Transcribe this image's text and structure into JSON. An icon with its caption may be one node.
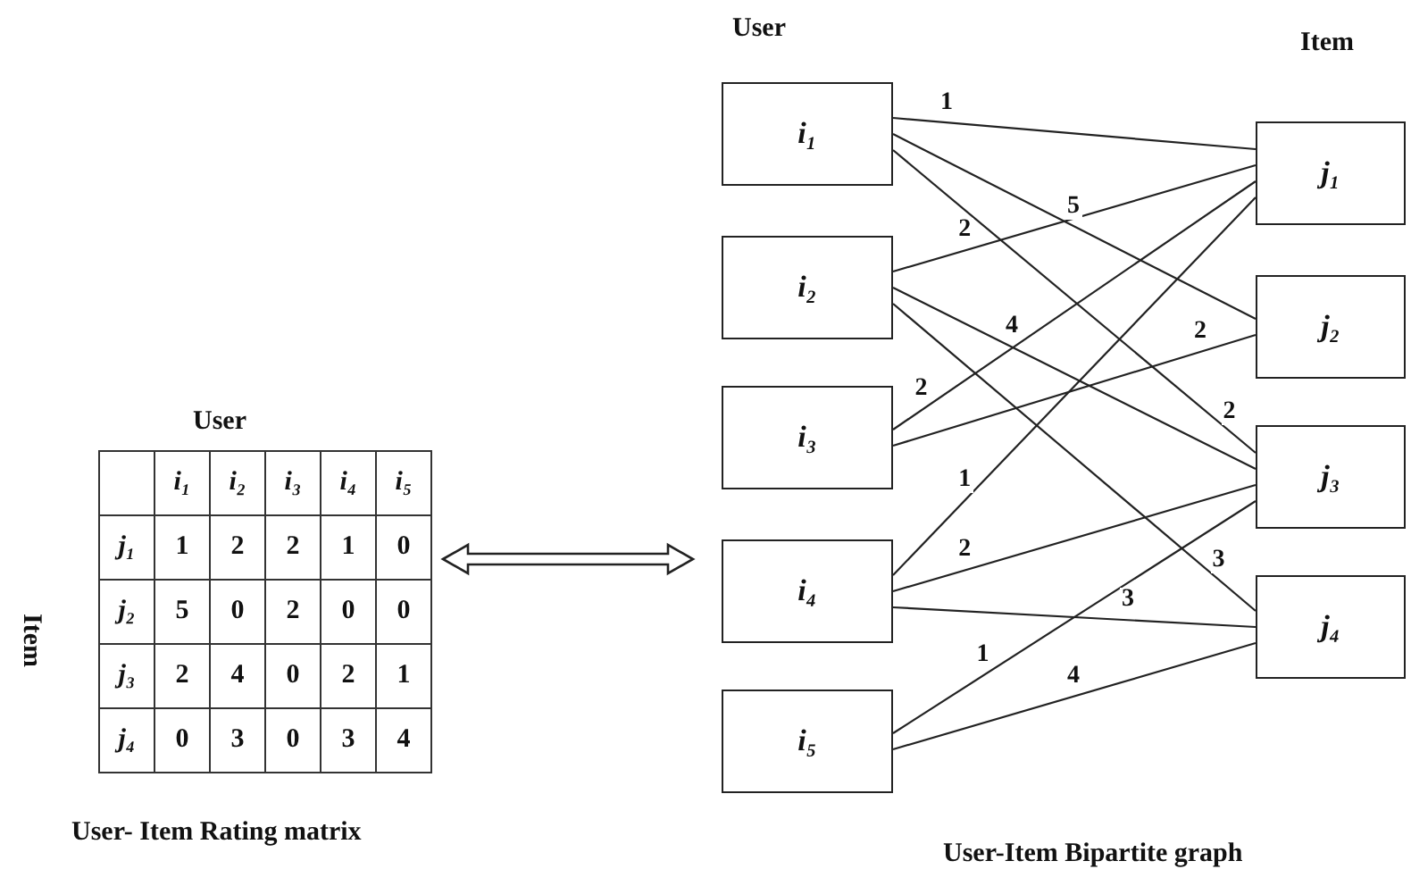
{
  "diagram": {
    "nodes": [
      {
        "text": [
          "User- Item Rating matrix"
        ]
      },
      {
        "text": [
          "User-Item Bipartite graph"
        ]
      },
      {
        "text": [
          "i₁"
        ],
        "in": 1
      },
      {
        "text": [
          "i₂"
        ],
        "in": 1
      },
      {
        "text": [
          "i₃"
        ],
        "in": 1
      },
      {
        "text": [
          "i₄"
        ],
        "in": 1
      },
      {
        "text": [
          "i₅"
        ],
        "in": 1
      },
      {
        "text": [
          "j₁"
        ],
        "in": 1
      },
      {
        "text": [
          "j₂"
        ],
        "in": 1
      },
      {
        "text": [
          "j₃"
        ],
        "in": 1
      },
      {
        "text": [
          "j₄"
        ],
        "in": 1
      }
    ],
    "edges": [
      {
        "from": 0,
        "to": 1,
        "arrow": "both"
      },
      {
        "from": 2,
        "to": 7,
        "arrow": "none",
        "label": "1"
      },
      {
        "from": 2,
        "to": 8,
        "arrow": "none",
        "label": "5"
      },
      {
        "from": 2,
        "to": 9,
        "arrow": "none",
        "label": "2"
      },
      {
        "from": 3,
        "to": 7,
        "arrow": "none",
        "label": "2"
      },
      {
        "from": 3,
        "to": 9,
        "arrow": "none",
        "label": "4"
      },
      {
        "from": 3,
        "to": 10,
        "arrow": "none",
        "label": "3"
      },
      {
        "from": 4,
        "to": 7,
        "arrow": "none",
        "label": "2"
      },
      {
        "from": 4,
        "to": 8,
        "arrow": "none",
        "label": "2"
      },
      {
        "from": 5,
        "to": 7,
        "arrow": "none",
        "label": "1"
      },
      {
        "from": 5,
        "to": 9,
        "arrow": "none",
        "label": "2"
      },
      {
        "from": 5,
        "to": 10,
        "arrow": "none",
        "label": "3"
      },
      {
        "from": 6,
        "to": 9,
        "arrow": "none",
        "label": "1"
      },
      {
        "from": 6,
        "to": 10,
        "arrow": "none",
        "label": "4"
      }
    ],
    "labels": [
      "User",
      "Item",
      "User",
      "Item",
      "i₁",
      "i₂",
      "i₃",
      "i₄",
      "i₅",
      "j₁",
      "1",
      "2",
      "2",
      "1",
      "0",
      "j₂",
      "5",
      "0",
      "2",
      "0",
      "0",
      "j₃",
      "2",
      "4",
      "0",
      "2",
      "1",
      "j₄",
      "0",
      "3",
      "0",
      "3",
      "4"
    ]
  }
}
